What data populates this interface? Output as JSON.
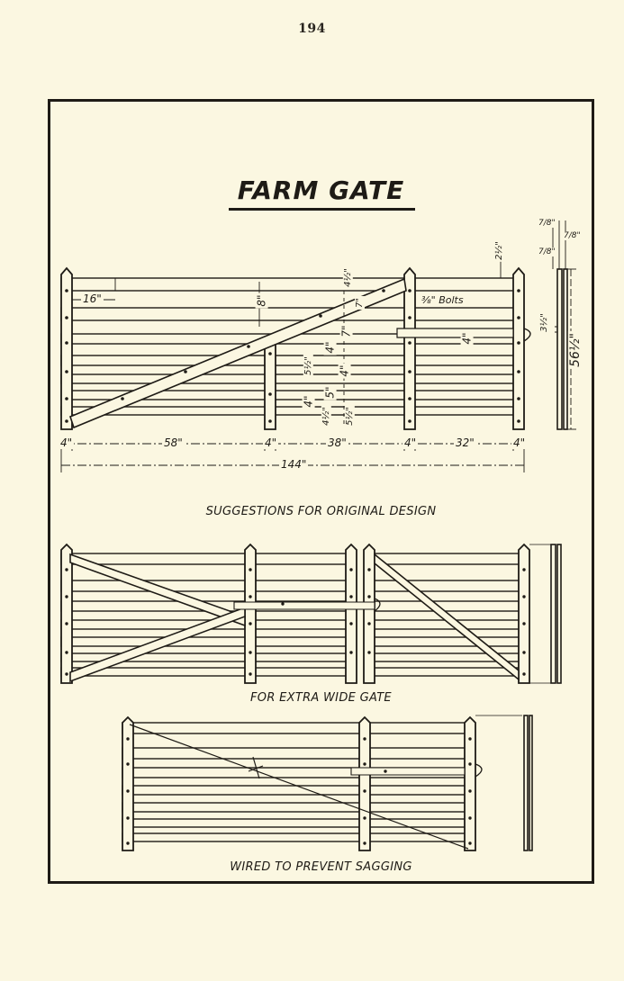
{
  "page": {
    "number": "194"
  },
  "plate": {
    "title": "FARM GATE",
    "captions": {
      "original": "SUGGESTIONS FOR ORIGINAL DESIGN",
      "extra_wide": "FOR EXTRA WIDE GATE",
      "wired": "WIRED TO PREVENT SAGGING"
    },
    "dimensions": {
      "board_16": "16\"",
      "brace_8": "8\"",
      "top_4_5": "4½\"",
      "gap_7a": "7\"",
      "bolts": "⅜\" Bolts",
      "gap_7b": "7\"",
      "gap_4a": "4\"",
      "gap_5_5": "5½\"",
      "gap_4b": "4\"",
      "gap_5": "5\"",
      "gap_4c": "4\"",
      "bottom_4_5": "4½\"",
      "bottom_5_5": "5½\"",
      "latch_4": "4\"",
      "top_2_5": "2½\"",
      "side_7_8a": "7/8\"",
      "side_7_8b": "7/8\"",
      "side_7_8c": "7/8\"",
      "latch_3_5": "3½\"",
      "height_56_5": "56½\"",
      "post_4a": "4\"",
      "span_58": "58\"",
      "post_4b": "4\"",
      "span_38": "38\"",
      "post_4c": "4\"",
      "span_32": "32\"",
      "post_4d": "4\"",
      "total_144": "144\""
    }
  }
}
